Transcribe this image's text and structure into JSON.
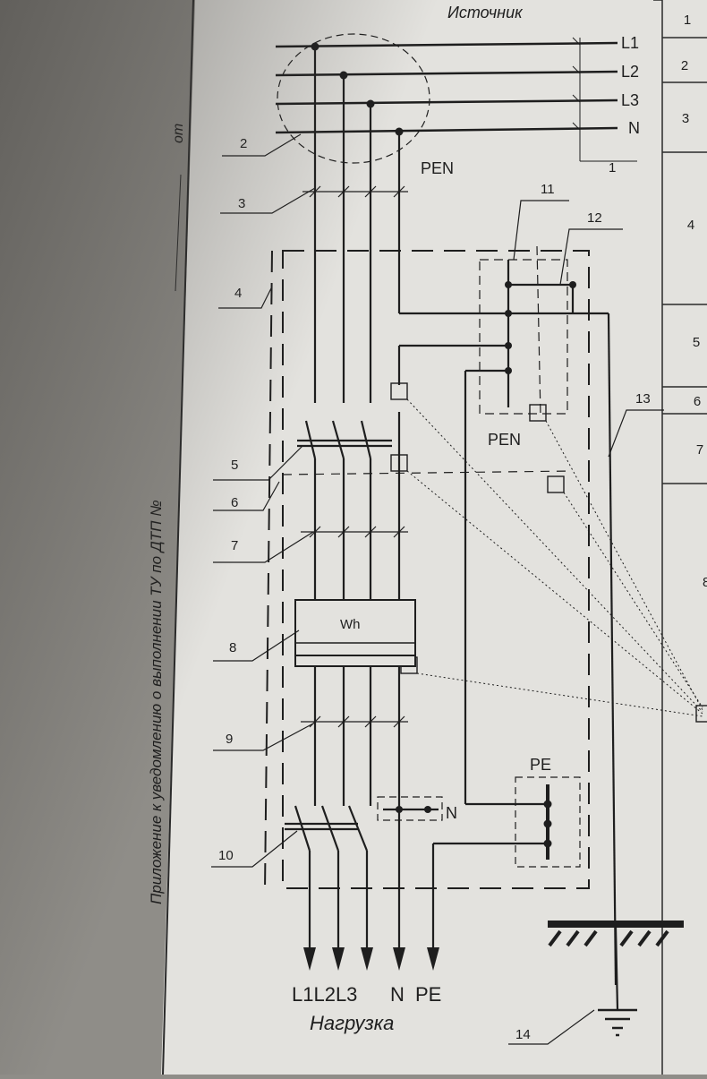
{
  "header": {
    "source_label": "Источник"
  },
  "side_note": {
    "text": "Приложение к уведомлению о выполнении ТУ по ДТП №",
    "suffix": "от"
  },
  "bus_labels": [
    "L1",
    "L2",
    "L3",
    "N"
  ],
  "pen_top_label": "PEN",
  "pen_cabinet_label": "PEN",
  "pe_label": "PE",
  "n_label": "N",
  "meter_label": "Wh",
  "callouts": [
    "1",
    "2",
    "3",
    "4",
    "5",
    "6",
    "7",
    "8",
    "9",
    "10",
    "11",
    "12",
    "13",
    "14"
  ],
  "table_numbers": [
    "1",
    "2",
    "3",
    "4",
    "5",
    "6",
    "7"
  ],
  "table_partial": "8",
  "load": {
    "phases": "L1L2L3",
    "n": "N",
    "pe": "PE",
    "title": "Нагрузка"
  },
  "colors": {
    "paper": "#e4e3df",
    "ink": "#1e1e1e",
    "background": "#8f8d88"
  }
}
